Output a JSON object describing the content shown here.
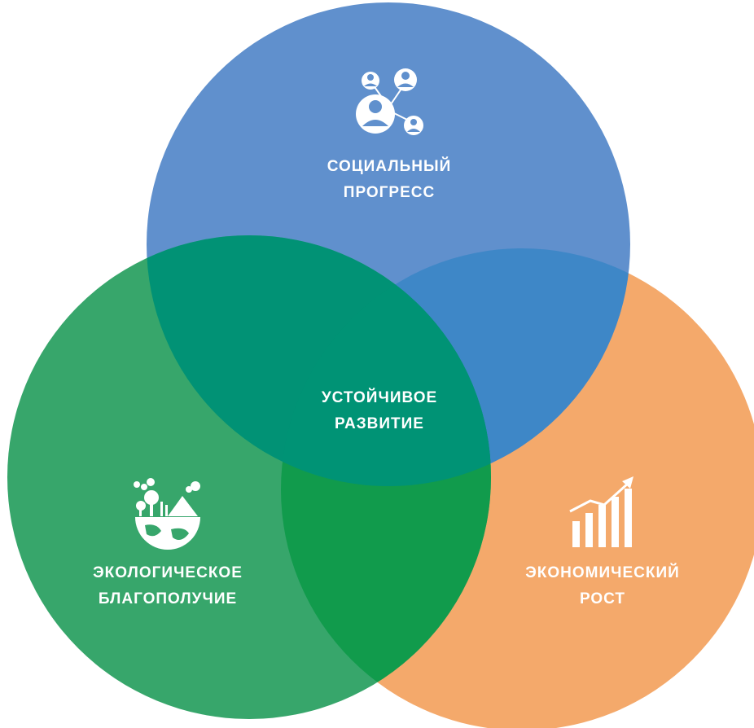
{
  "diagram": {
    "social": {
      "line1": "СОЦИАЛЬНЫЙ",
      "line2": "ПРОГРЕСС",
      "icon": "people-network-icon",
      "color": "#5b8fcd"
    },
    "ecology": {
      "line1": "ЭКОЛОГИЧЕСКОЕ",
      "line2": "БЛАГОПОЛУЧИЕ",
      "icon": "earth-nature-icon",
      "color": "#2e9f5e"
    },
    "economy": {
      "line1": "ЭКОНОМИЧЕСКИЙ",
      "line2": "РОСТ",
      "icon": "growth-chart-icon",
      "color": "#f4a05f"
    },
    "center": {
      "line1": "УСТОЙЧИВОЕ",
      "line2": "РАЗВИТИЕ"
    }
  }
}
